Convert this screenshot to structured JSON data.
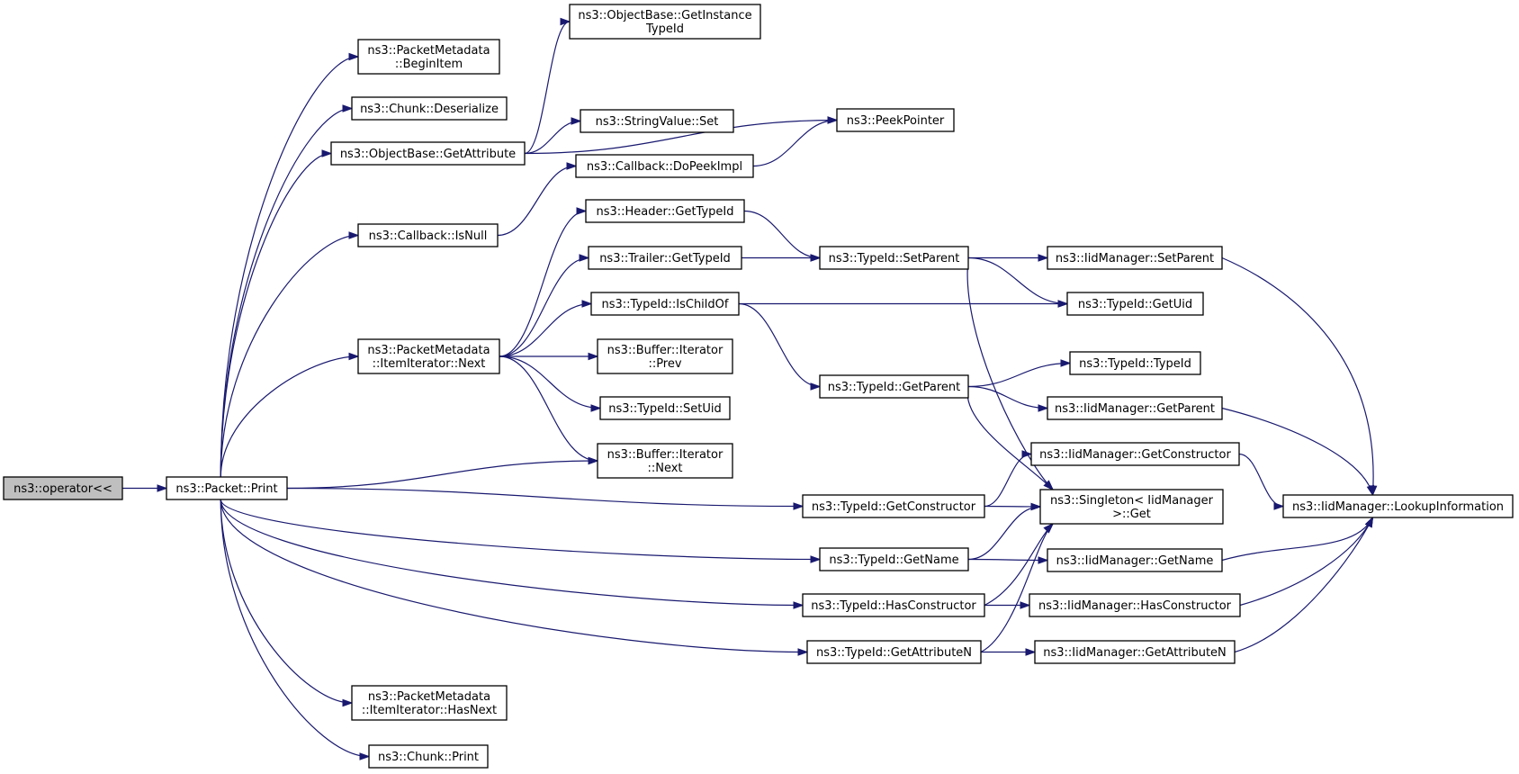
{
  "nodes": [
    {
      "id": "operator",
      "lines": [
        "ns3::operator<<"
      ],
      "root": true
    },
    {
      "id": "packet_print",
      "lines": [
        "ns3::Packet::Print"
      ]
    },
    {
      "id": "pm_beginitem",
      "lines": [
        "ns3::PacketMetadata",
        "::BeginItem"
      ]
    },
    {
      "id": "chunk_deserialize",
      "lines": [
        "ns3::Chunk::Deserialize"
      ]
    },
    {
      "id": "ob_getattribute",
      "lines": [
        "ns3::ObjectBase::GetAttribute"
      ]
    },
    {
      "id": "callback_isnull",
      "lines": [
        "ns3::Callback::IsNull"
      ]
    },
    {
      "id": "pm_ii_next",
      "lines": [
        "ns3::PacketMetadata",
        "::ItemIterator::Next"
      ]
    },
    {
      "id": "pm_ii_hasnext",
      "lines": [
        "ns3::PacketMetadata",
        "::ItemIterator::HasNext"
      ]
    },
    {
      "id": "chunk_print",
      "lines": [
        "ns3::Chunk::Print"
      ]
    },
    {
      "id": "ob_getinstancetypeid",
      "lines": [
        "ns3::ObjectBase::GetInstance",
        "TypeId"
      ]
    },
    {
      "id": "stringvalue_set",
      "lines": [
        "ns3::StringValue::Set"
      ]
    },
    {
      "id": "callback_dopeekimpl",
      "lines": [
        "ns3::Callback::DoPeekImpl"
      ]
    },
    {
      "id": "header_gettypeid",
      "lines": [
        "ns3::Header::GetTypeId"
      ]
    },
    {
      "id": "trailer_gettypeid",
      "lines": [
        "ns3::Trailer::GetTypeId"
      ]
    },
    {
      "id": "typeid_ischildof",
      "lines": [
        "ns3::TypeId::IsChildOf"
      ]
    },
    {
      "id": "buffer_it_prev",
      "lines": [
        "ns3::Buffer::Iterator",
        "::Prev"
      ]
    },
    {
      "id": "typeid_setuid",
      "lines": [
        "ns3::TypeId::SetUid"
      ]
    },
    {
      "id": "buffer_it_next",
      "lines": [
        "ns3::Buffer::Iterator",
        "::Next"
      ]
    },
    {
      "id": "peekpointer",
      "lines": [
        "ns3::PeekPointer"
      ]
    },
    {
      "id": "typeid_setparent",
      "lines": [
        "ns3::TypeId::SetParent"
      ]
    },
    {
      "id": "typeid_getparent",
      "lines": [
        "ns3::TypeId::GetParent"
      ]
    },
    {
      "id": "typeid_getconstructor",
      "lines": [
        "ns3::TypeId::GetConstructor"
      ]
    },
    {
      "id": "typeid_getname",
      "lines": [
        "ns3::TypeId::GetName"
      ]
    },
    {
      "id": "typeid_hasconstructor",
      "lines": [
        "ns3::TypeId::HasConstructor"
      ]
    },
    {
      "id": "typeid_getattributen",
      "lines": [
        "ns3::TypeId::GetAttributeN"
      ]
    },
    {
      "id": "iid_setparent",
      "lines": [
        "ns3::IidManager::SetParent"
      ]
    },
    {
      "id": "typeid_getuid",
      "lines": [
        "ns3::TypeId::GetUid"
      ]
    },
    {
      "id": "typeid_typeid",
      "lines": [
        "ns3::TypeId::TypeId"
      ]
    },
    {
      "id": "iid_getparent",
      "lines": [
        "ns3::IidManager::GetParent"
      ]
    },
    {
      "id": "iid_getconstructor",
      "lines": [
        "ns3::IidManager::GetConstructor"
      ]
    },
    {
      "id": "singleton_get",
      "lines": [
        "ns3::Singleton< IidManager",
        " >::Get"
      ]
    },
    {
      "id": "iid_getname",
      "lines": [
        "ns3::IidManager::GetName"
      ]
    },
    {
      "id": "iid_hasconstructor",
      "lines": [
        "ns3::IidManager::HasConstructor"
      ]
    },
    {
      "id": "iid_getattributen",
      "lines": [
        "ns3::IidManager::GetAttributeN"
      ]
    },
    {
      "id": "iid_lookupinformation",
      "lines": [
        "ns3::IidManager::LookupInformation"
      ]
    }
  ],
  "edges": [
    [
      "operator",
      "packet_print"
    ],
    [
      "packet_print",
      "pm_beginitem"
    ],
    [
      "packet_print",
      "chunk_deserialize"
    ],
    [
      "packet_print",
      "ob_getattribute"
    ],
    [
      "packet_print",
      "callback_isnull"
    ],
    [
      "packet_print",
      "pm_ii_next"
    ],
    [
      "packet_print",
      "buffer_it_next"
    ],
    [
      "packet_print",
      "typeid_getconstructor"
    ],
    [
      "packet_print",
      "typeid_getname"
    ],
    [
      "packet_print",
      "typeid_hasconstructor"
    ],
    [
      "packet_print",
      "typeid_getattributen"
    ],
    [
      "packet_print",
      "pm_ii_hasnext"
    ],
    [
      "packet_print",
      "chunk_print"
    ],
    [
      "ob_getattribute",
      "ob_getinstancetypeid"
    ],
    [
      "ob_getattribute",
      "peekpointer"
    ],
    [
      "ob_getattribute",
      "stringvalue_set"
    ],
    [
      "callback_isnull",
      "callback_dopeekimpl"
    ],
    [
      "callback_dopeekimpl",
      "peekpointer"
    ],
    [
      "pm_ii_next",
      "header_gettypeid"
    ],
    [
      "pm_ii_next",
      "trailer_gettypeid"
    ],
    [
      "pm_ii_next",
      "typeid_ischildof"
    ],
    [
      "pm_ii_next",
      "buffer_it_prev"
    ],
    [
      "pm_ii_next",
      "typeid_setuid"
    ],
    [
      "pm_ii_next",
      "buffer_it_next"
    ],
    [
      "header_gettypeid",
      "typeid_setparent"
    ],
    [
      "trailer_gettypeid",
      "typeid_setparent"
    ],
    [
      "typeid_ischildof",
      "typeid_getuid"
    ],
    [
      "typeid_ischildof",
      "typeid_getparent"
    ],
    [
      "typeid_setparent",
      "iid_setparent"
    ],
    [
      "typeid_setparent",
      "typeid_getuid"
    ],
    [
      "typeid_setparent",
      "singleton_get"
    ],
    [
      "typeid_getparent",
      "typeid_typeid"
    ],
    [
      "typeid_getparent",
      "iid_getparent"
    ],
    [
      "typeid_getparent",
      "singleton_get"
    ],
    [
      "typeid_getconstructor",
      "iid_getconstructor"
    ],
    [
      "typeid_getconstructor",
      "singleton_get"
    ],
    [
      "typeid_getname",
      "singleton_get"
    ],
    [
      "typeid_getname",
      "iid_getname"
    ],
    [
      "typeid_hasconstructor",
      "singleton_get"
    ],
    [
      "typeid_hasconstructor",
      "iid_hasconstructor"
    ],
    [
      "typeid_getattributen",
      "singleton_get"
    ],
    [
      "typeid_getattributen",
      "iid_getattributen"
    ],
    [
      "iid_setparent",
      "iid_lookupinformation"
    ],
    [
      "iid_getparent",
      "iid_lookupinformation"
    ],
    [
      "iid_getconstructor",
      "iid_lookupinformation"
    ],
    [
      "iid_getname",
      "iid_lookupinformation"
    ],
    [
      "iid_hasconstructor",
      "iid_lookupinformation"
    ],
    [
      "iid_getattributen",
      "iid_lookupinformation"
    ]
  ]
}
